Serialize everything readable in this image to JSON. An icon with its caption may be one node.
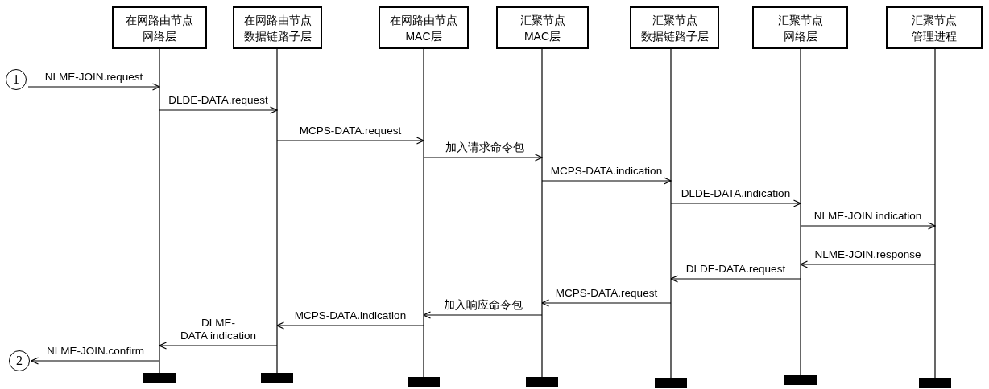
{
  "diagram": {
    "nodes": [
      {
        "text": [
          "在网路由节点",
          "网络层"
        ]
      },
      {
        "text": [
          "在网路由节点",
          "数据链路子层"
        ]
      },
      {
        "text": [
          "在网路由节点",
          "MAC层"
        ]
      },
      {
        "text": [
          "汇聚节点",
          "MAC层"
        ]
      },
      {
        "text": [
          "汇聚节点",
          "数据链路子层"
        ]
      },
      {
        "text": [
          "汇聚节点",
          "网络层"
        ]
      },
      {
        "text": [
          "汇聚节点",
          "管理进程"
        ]
      },
      {
        "text": [
          "1"
        ]
      },
      {
        "text": [
          "2"
        ]
      }
    ],
    "edges": [
      {
        "from": 7,
        "to": 0,
        "arrow": "to",
        "label": "NLME-JOIN.request"
      },
      {
        "from": 0,
        "to": 1,
        "arrow": "to",
        "label": "DLDE-DATA.request"
      },
      {
        "from": 1,
        "to": 2,
        "arrow": "to",
        "label": "MCPS-DATA.request"
      },
      {
        "from": 2,
        "to": 3,
        "arrow": "to",
        "label": "加入请求命令包"
      },
      {
        "from": 3,
        "to": 4,
        "arrow": "to",
        "label": "MCPS-DATA.indication"
      },
      {
        "from": 4,
        "to": 5,
        "arrow": "to",
        "label": "DLDE-DATA.indication"
      },
      {
        "from": 5,
        "to": 6,
        "arrow": "to",
        "label": "NLME-JOIN indication"
      },
      {
        "from": 6,
        "to": 5,
        "arrow": "to",
        "label": "NLME-JOIN.response"
      },
      {
        "from": 5,
        "to": 4,
        "arrow": "to",
        "label": "DLDE-DATA.request"
      },
      {
        "from": 4,
        "to": 3,
        "arrow": "to",
        "label": "MCPS-DATA.request"
      },
      {
        "from": 3,
        "to": 2,
        "arrow": "to",
        "label": "加入响应命令包"
      },
      {
        "from": 2,
        "to": 1,
        "arrow": "to",
        "label": "MCPS-DATA.indication"
      },
      {
        "from": 1,
        "to": 0,
        "arrow": "to",
        "label": "DLME- DATA indication"
      },
      {
        "from": 0,
        "to": 8,
        "arrow": "to",
        "label": "NLME-JOIN.confirm"
      }
    ]
  }
}
